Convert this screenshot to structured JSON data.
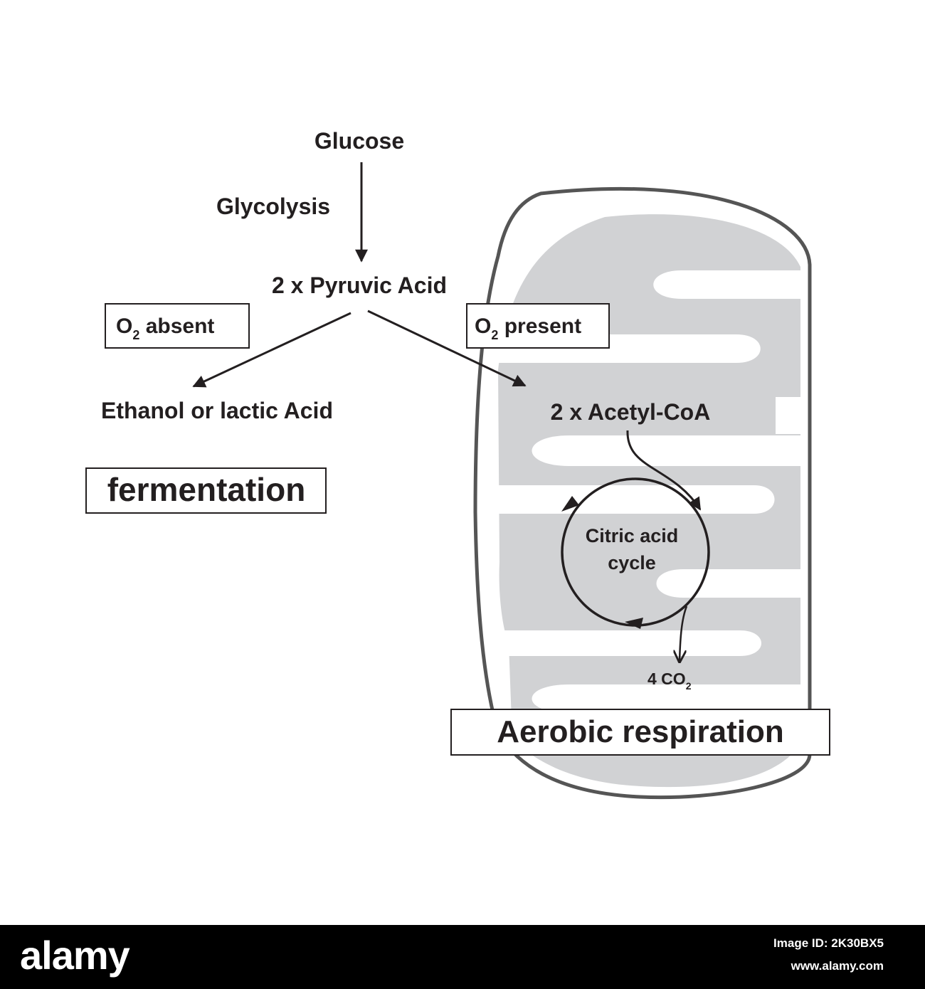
{
  "diagram": {
    "glucose": "Glucose",
    "glycolysis": "Glycolysis",
    "pyruvic_acid": "2 x Pyruvic Acid",
    "o2_absent": {
      "prefix": "O",
      "subscript": "2",
      "suffix": " absent"
    },
    "o2_present": {
      "prefix": "O",
      "subscript": "2",
      "suffix": " present"
    },
    "fermentation_product": "Ethanol or lactic Acid",
    "fermentation": "fermentation",
    "acetyl_coa": "2 x Acetyl-CoA",
    "citric_cycle_line1": "Citric acid",
    "citric_cycle_line2": "cycle",
    "co2": {
      "prefix": "4 CO",
      "subscript": "2"
    },
    "aerobic_respiration": "Aerobic respiration"
  },
  "colors": {
    "text": "#231f20",
    "mitochondrion_outline": "#555555",
    "matrix_fill": "#d1d2d4",
    "background": "#ffffff",
    "footer": "#000000"
  },
  "footer": {
    "brand": "alamy",
    "image_id": "Image ID: 2K30BX5",
    "url": "www.alamy.com"
  }
}
